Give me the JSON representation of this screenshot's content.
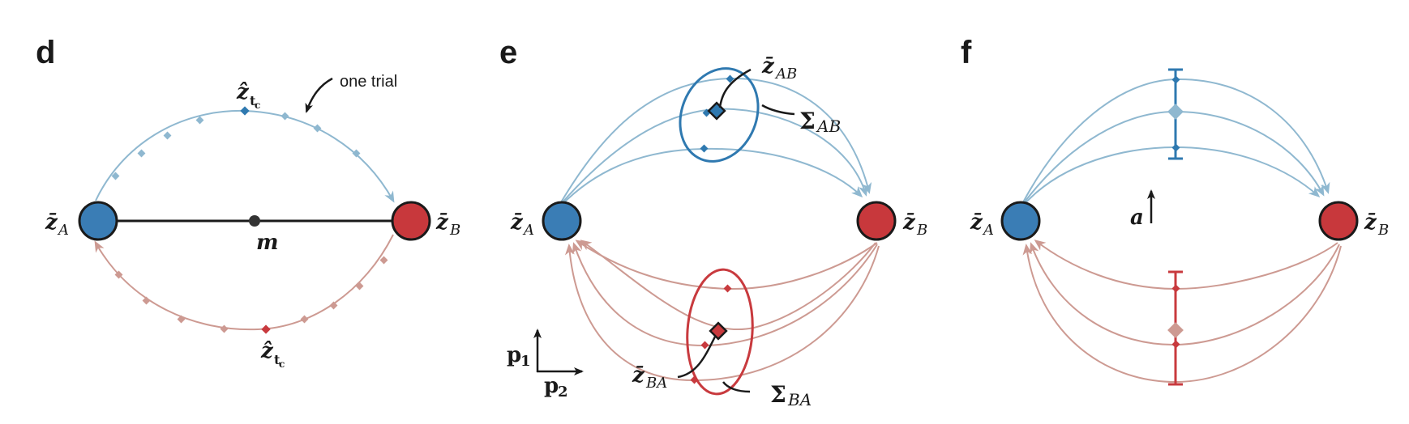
{
  "colors": {
    "blue_node": "#3a7db5",
    "red_node": "#c8383c",
    "blue_path": "#8fb8d0",
    "red_path": "#cd9a92",
    "blue_dark": "#2f79b0",
    "red_dark": "#c83a3e",
    "ink": "#1a1a1a"
  },
  "panels": {
    "d": {
      "letter": "d",
      "node_a": {
        "bar": "z̄",
        "sub": "A"
      },
      "node_b": {
        "bar": "z̄",
        "sub": "B"
      },
      "midpoint_label": "m",
      "hat_label_top": {
        "main": "ẑ",
        "sub": "t",
        "subsub": "c"
      },
      "hat_label_bottom": {
        "main": "ẑ",
        "sub": "t",
        "subsub": "c"
      },
      "annotation": "one trial"
    },
    "e": {
      "letter": "e",
      "node_a": {
        "bar": "z̄",
        "sub": "A"
      },
      "node_b": {
        "bar": "z̄",
        "sub": "B"
      },
      "mean_ab": {
        "bar": "z̄",
        "sub": "AB"
      },
      "cov_ab": {
        "sym": "Σ",
        "sub": "AB"
      },
      "mean_ba": {
        "bar": "z̄",
        "sub": "BA"
      },
      "cov_ba": {
        "sym": "Σ",
        "sub": "BA"
      },
      "axis_p1": {
        "main": "p",
        "sub": "1"
      },
      "axis_p2": {
        "main": "p",
        "sub": "2"
      }
    },
    "f": {
      "letter": "f",
      "node_a": {
        "bar": "z̄",
        "sub": "A"
      },
      "node_b": {
        "bar": "z̄",
        "sub": "B"
      },
      "axis_label": "a"
    }
  }
}
